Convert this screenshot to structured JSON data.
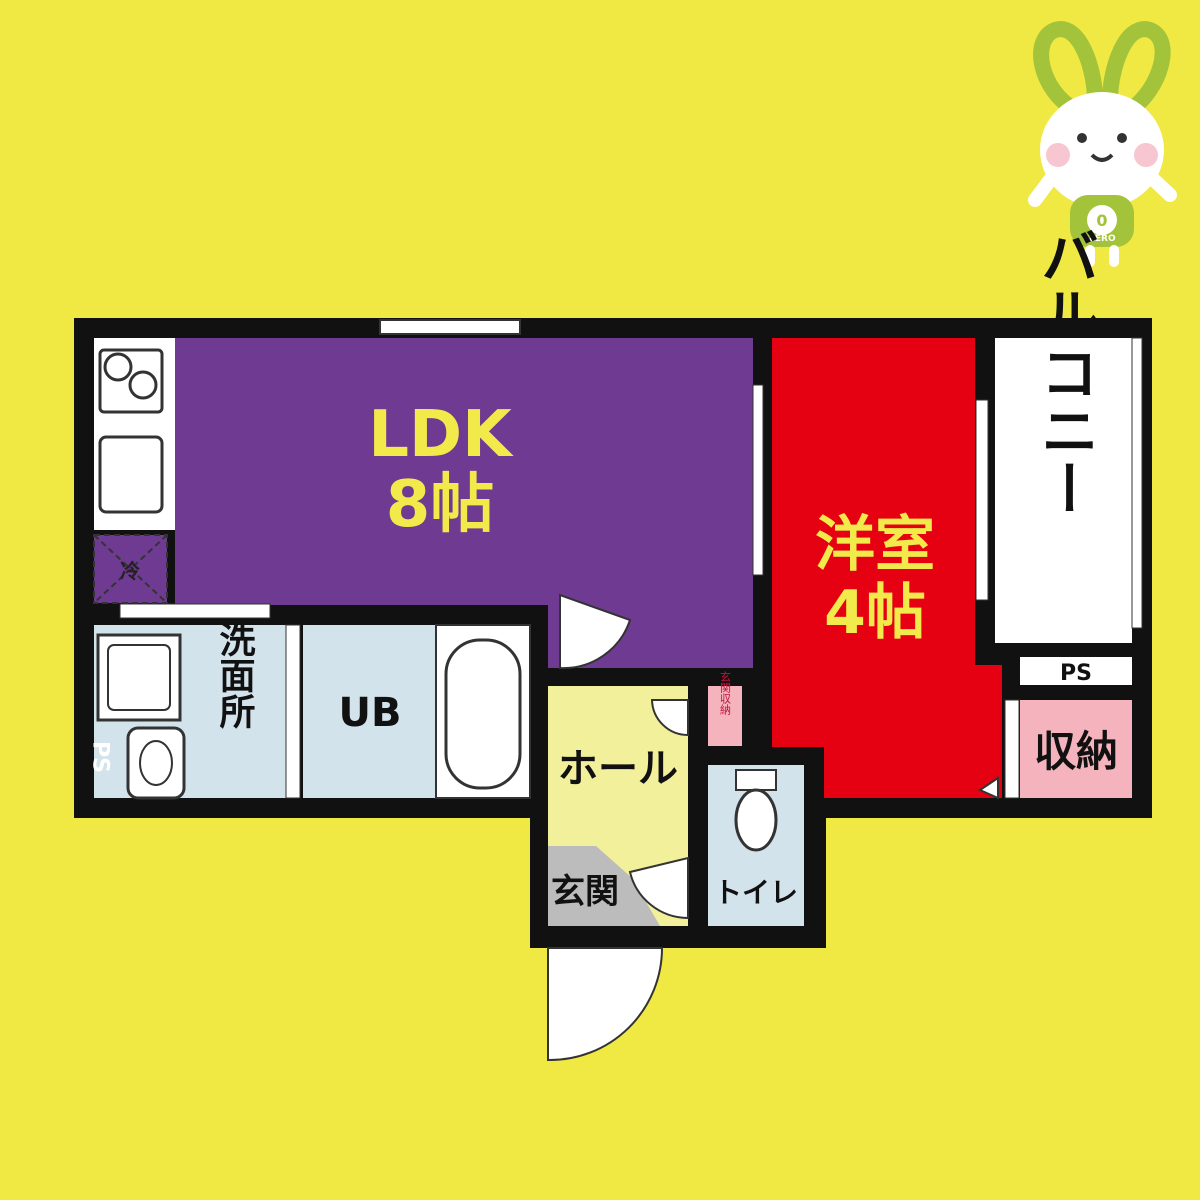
{
  "colors": {
    "background": "#f0e843",
    "ldk": "#6f3a91",
    "western": "#e50012",
    "balcony": "#ffffff",
    "storage": "#f5b3bd",
    "bath": "#d3e3ec",
    "hall": "#f2f09a",
    "entrance": "#bcbcbc",
    "wall": "#111111",
    "label_on_dark": "#f2ea4a",
    "label_on_light": "#111111"
  },
  "rooms": {
    "ldk": {
      "name": "LDK",
      "size": "8帖"
    },
    "western": {
      "name": "洋室",
      "size": "4帖"
    },
    "balcony": {
      "name": "バルコニー"
    },
    "storage": {
      "name": "収納"
    },
    "washroom": {
      "name": "洗面所"
    },
    "bath": {
      "name": "UB"
    },
    "hall": {
      "name": "ホール"
    },
    "entrance": {
      "name": "玄関"
    },
    "entrance_storage": {
      "name": "玄関収納"
    },
    "toilet": {
      "name": "トイレ"
    }
  },
  "fixtures": {
    "fridge": "冷",
    "ps_main": "PS",
    "ps_wash": "PS"
  },
  "mascot": {
    "badge_text": "ZERO",
    "badge_mark": "0",
    "body_color": "#a2c33a"
  }
}
